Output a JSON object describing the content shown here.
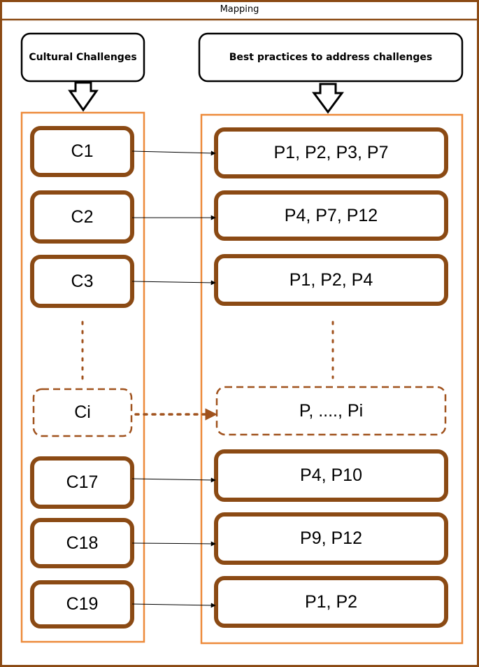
{
  "title": "Mapping",
  "headers": {
    "left": "Cultural Challenges",
    "right": "Best practices to address challenges"
  },
  "colors": {
    "frame": "#8b4a14",
    "box": "#8b4a14",
    "column": "#ed8a3a",
    "arrow": "#000000",
    "dotted": "#a0521d"
  },
  "challenges": [
    {
      "label": "C1"
    },
    {
      "label": "C2"
    },
    {
      "label": "C3"
    },
    {
      "label": "Ci"
    },
    {
      "label": "C17"
    },
    {
      "label": "C18"
    },
    {
      "label": "C19"
    }
  ],
  "practices": [
    {
      "label": "P1, P2, P3, P7"
    },
    {
      "label": "P4, P7, P12"
    },
    {
      "label": "P1, P2, P4"
    },
    {
      "label": "P, ...., Pi"
    },
    {
      "label": "P4, P10"
    },
    {
      "label": "P9, P12"
    },
    {
      "label": "P1, P2"
    }
  ]
}
